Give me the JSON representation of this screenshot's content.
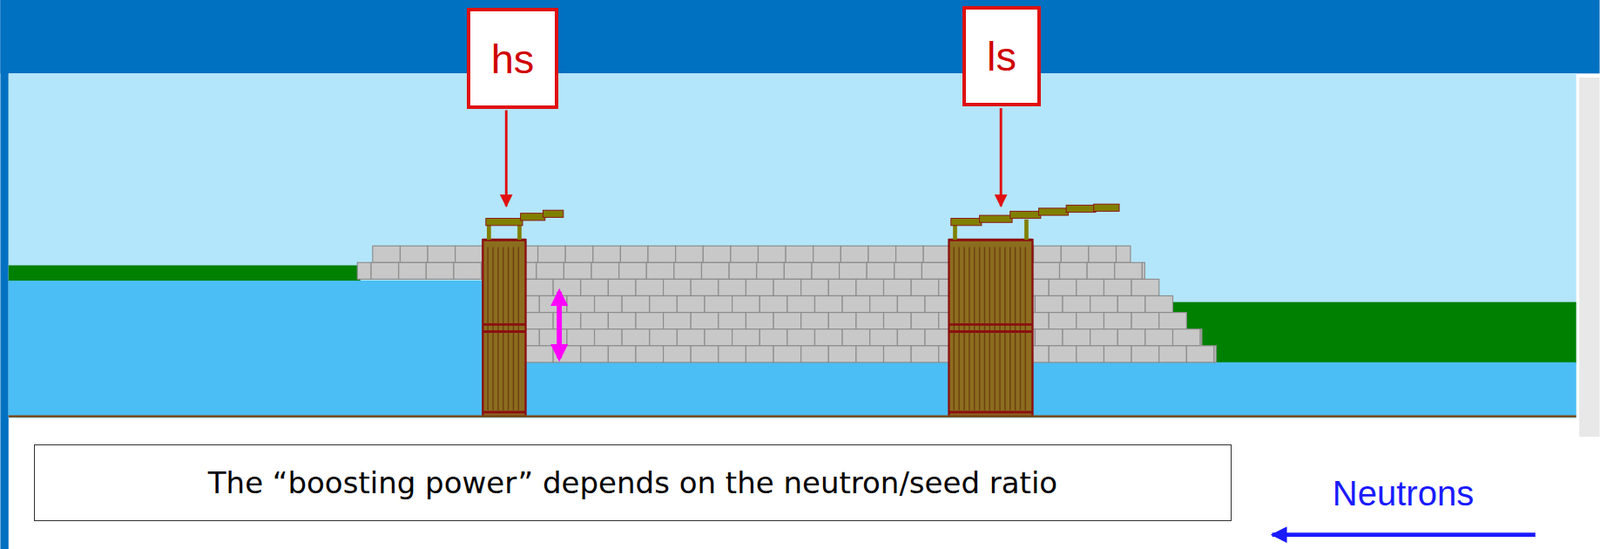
{
  "diagram": {
    "nodes": [
      {
        "text": [
          "hs"
        ]
      },
      {
        "text": [
          "ls"
        ]
      },
      {
        "text": [
          "The “boosting power” depends on the neutron/seed ratio"
        ]
      }
    ],
    "labels": [
      "Neutrons"
    ]
  }
}
